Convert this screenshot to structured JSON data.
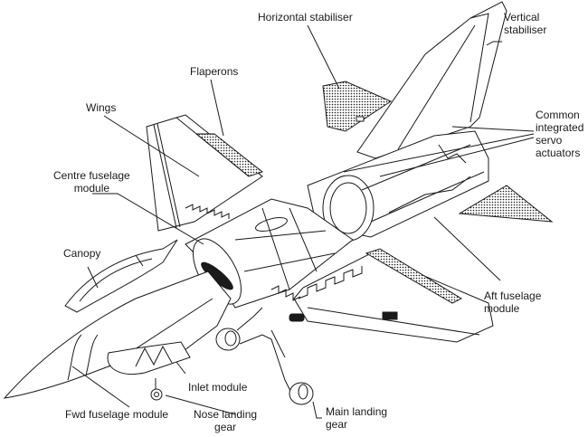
{
  "figure": {
    "subject": "Exploded view of fighter aircraft modules",
    "ink_color": "#1a1a1a",
    "background_color": "#ffffff",
    "labels": {
      "horizontal_stabiliser": "Horizontal stabiliser",
      "vertical_stabiliser": "Vertical\nstabiliser",
      "flaperons": "Flaperons",
      "wings": "Wings",
      "common_actuators": "Common\nintegrated\nservo\nactuators",
      "centre_fuselage": "Centre fuselage\nmodule",
      "canopy": "Canopy",
      "aft_fuselage": "Aft fuselage\nmodule",
      "inlet_module": "Inlet module",
      "fwd_fuselage": "Fwd fuselage module",
      "nose_gear": "Nose landing\ngear",
      "main_gear": "Main landing\ngear"
    }
  }
}
